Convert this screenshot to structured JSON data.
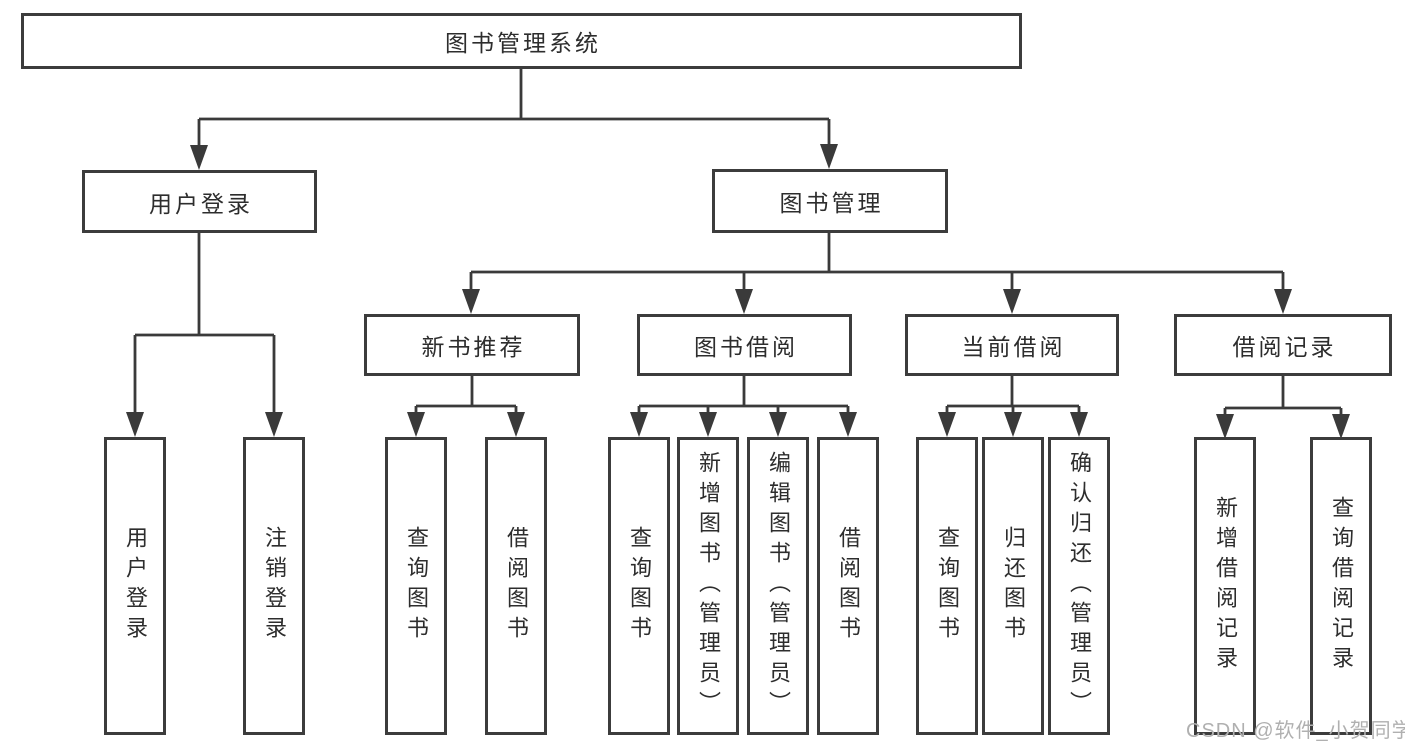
{
  "diagram": {
    "root": {
      "label": "图书管理系统"
    },
    "branches": [
      {
        "label": "用户登录",
        "children": [
          {
            "label": "用户登录"
          },
          {
            "label": "注销登录"
          }
        ]
      },
      {
        "label": "图书管理",
        "children": [
          {
            "label": "新书推荐",
            "children": [
              {
                "label": "查询图书"
              },
              {
                "label": "借阅图书"
              }
            ]
          },
          {
            "label": "图书借阅",
            "children": [
              {
                "label": "查询图书"
              },
              {
                "label": "新增图书（管理员）"
              },
              {
                "label": "编辑图书（管理员）"
              },
              {
                "label": "借阅图书"
              }
            ]
          },
          {
            "label": "当前借阅",
            "children": [
              {
                "label": "查询图书"
              },
              {
                "label": "归还图书"
              },
              {
                "label": "确认归还（管理员）"
              }
            ]
          },
          {
            "label": "借阅记录",
            "children": [
              {
                "label": "新增借阅记录"
              },
              {
                "label": "查询借阅记录"
              }
            ]
          }
        ]
      }
    ],
    "watermark": "CSDN @软件_小贺同学",
    "colors": {
      "line": "#3a3a3a",
      "border": "#3c3c3c",
      "text": "#2d2d2d",
      "watermark": "#b0b0b0",
      "background": "#ffffff"
    }
  }
}
